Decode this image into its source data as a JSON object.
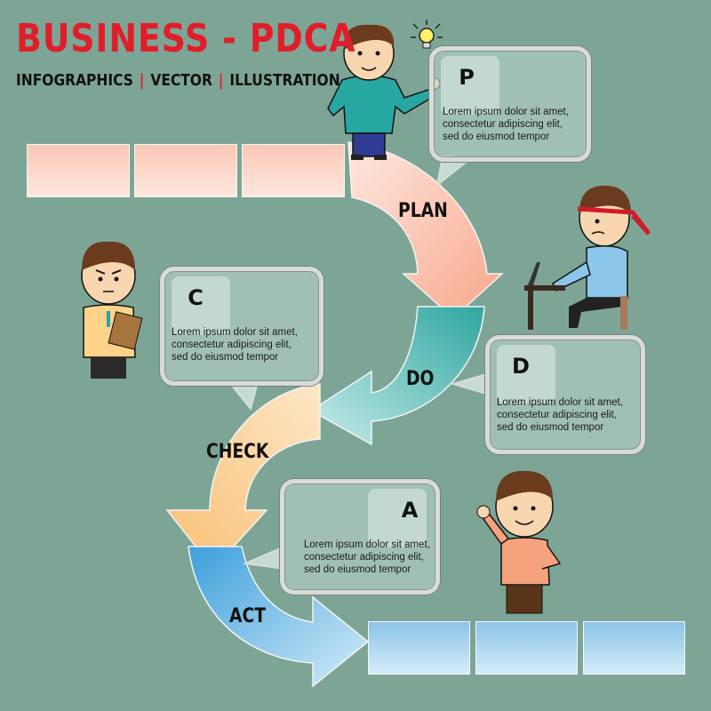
{
  "header": {
    "title": "BUSINESS - PDCA",
    "subtitle_parts": [
      "INFOGRAPHICS",
      "VECTOR",
      "ILLUSTRATION"
    ],
    "separator": "|"
  },
  "colors": {
    "background": "#7da596",
    "title": "#e01e2a",
    "plan_arrow": "#f9b29a",
    "do_arrow": "#3fb3ac",
    "check_arrow": "#fbc98a",
    "act_arrow": "#4aa7e0"
  },
  "stages": {
    "plan": "PLAN",
    "do": "DO",
    "check": "CHECK",
    "act": "ACT"
  },
  "bubbles": {
    "p": {
      "letter": "P",
      "text": "Lorem ipsum dolor sit amet,\nconsectetur adipiscing elit,\nsed do eiusmod tempor"
    },
    "c": {
      "letter": "C",
      "text": "Lorem ipsum dolor sit amet,\nconsectetur adipiscing elit,\nsed do eiusmod tempor"
    },
    "d": {
      "letter": "D",
      "text": "Lorem ipsum dolor sit amet,\nconsectetur adipiscing elit,\nsed do eiusmod tempor"
    },
    "a": {
      "letter": "A",
      "text": "Lorem ipsum dolor sit amet,\nconsectetur adipiscing elit,\nsed do eiusmod tempor"
    }
  },
  "icons": [
    "lightbulb-icon",
    "man-pointing-icon",
    "man-at-laptop-icon",
    "man-with-clipboard-icon",
    "man-waving-icon"
  ]
}
